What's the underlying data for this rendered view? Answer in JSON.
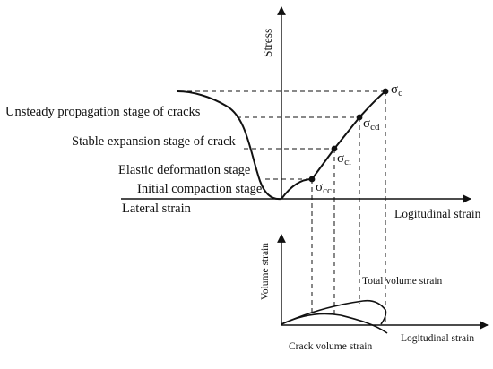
{
  "upper_plot": {
    "y_axis_label": "Stress",
    "x_axis_right_label": "Logitudinal strain",
    "x_axis_left_label": "Lateral strain",
    "stages": [
      "Unsteady propagation stage of cracks",
      "Stable expansion stage of crack",
      "Elastic deformation stage",
      "Initial compaction stage"
    ],
    "thresholds": [
      {
        "symbol": "σ",
        "subscript": "cc"
      },
      {
        "symbol": "σ",
        "subscript": "ci"
      },
      {
        "symbol": "σ",
        "subscript": "cd"
      },
      {
        "symbol": "σ",
        "subscript": "c"
      }
    ]
  },
  "lower_plot": {
    "y_axis_label": "Volume strain",
    "x_axis_label": "Logitudinal strain",
    "curves": [
      "Total volume strain",
      "Crack volume strain"
    ]
  },
  "colors": {
    "ink": "#111111"
  }
}
